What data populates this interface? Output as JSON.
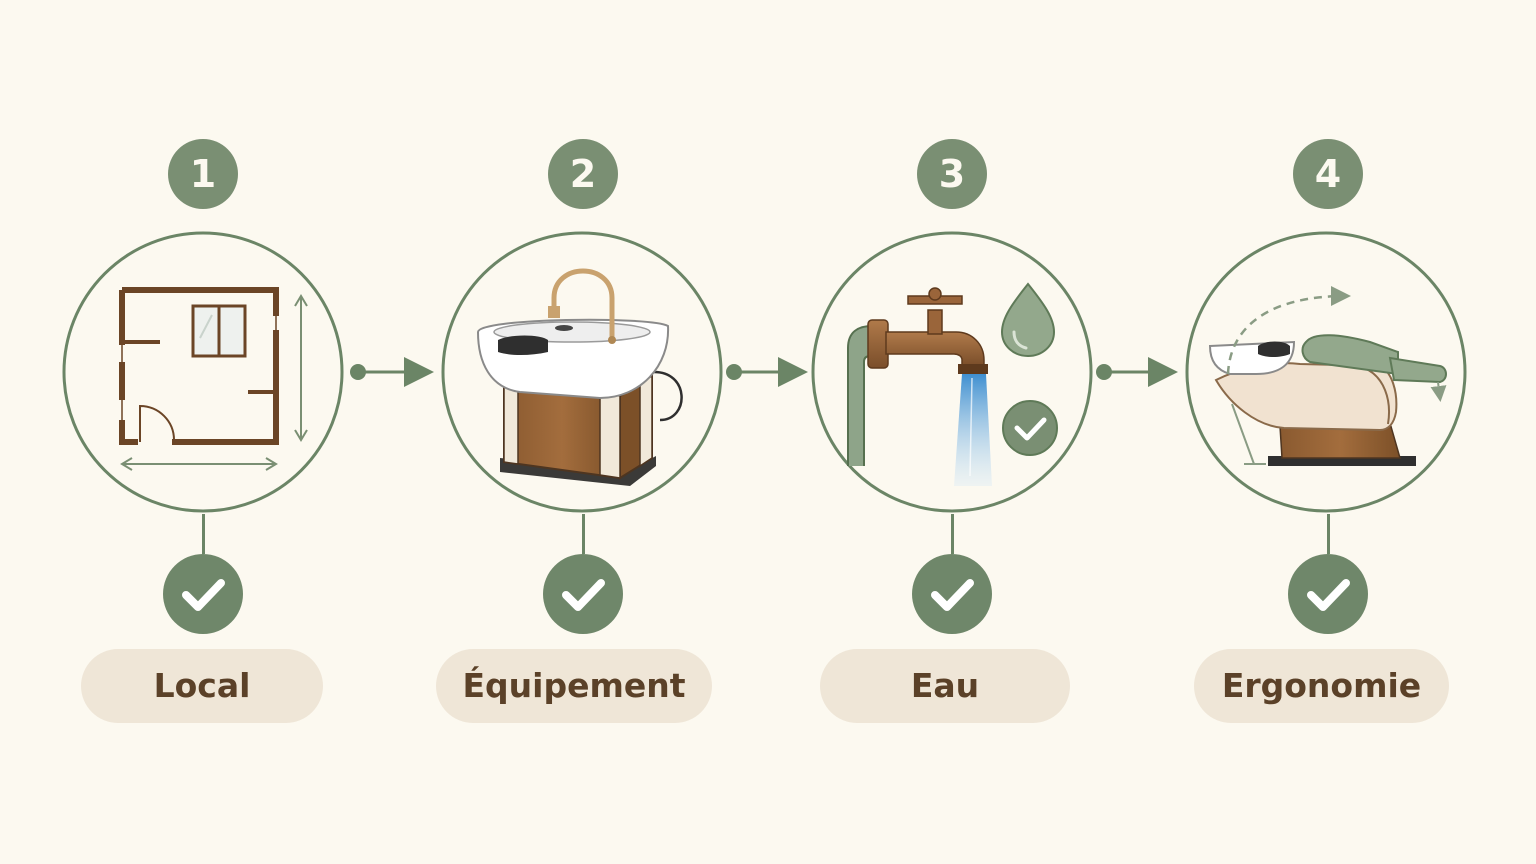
{
  "colors": {
    "background": "#fcf9f0",
    "accent": "#7a8f73",
    "badge": "#6f876a",
    "pill": "#efe6d7",
    "label_text": "#5b4128"
  },
  "steps": [
    {
      "number": "1",
      "label": "Local",
      "icon": "floor-plan-icon"
    },
    {
      "number": "2",
      "label": "Équipement",
      "icon": "wash-basin-cabinet-icon"
    },
    {
      "number": "3",
      "label": "Eau",
      "icon": "water-tap-icon"
    },
    {
      "number": "4",
      "label": "Ergonomie",
      "icon": "reclining-shampoo-chair-icon"
    }
  ]
}
